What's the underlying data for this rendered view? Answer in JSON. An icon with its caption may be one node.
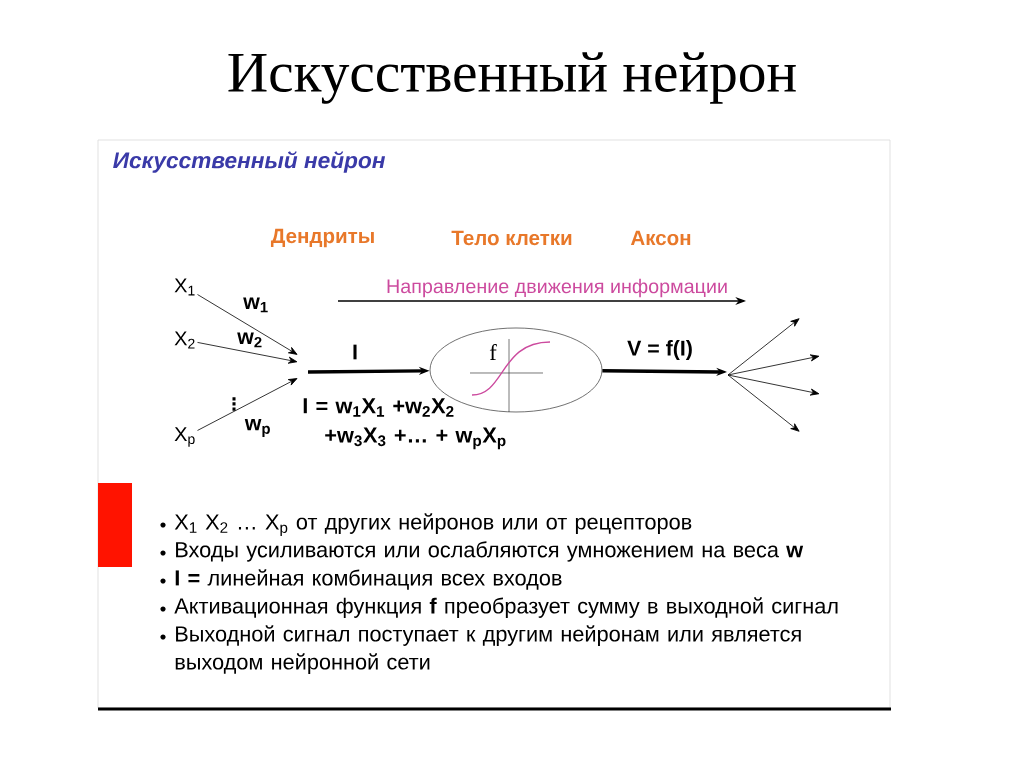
{
  "diagram": {
    "title": "Искусственный нейрон",
    "nodes": [
      {
        "text": [
          "X$_{1}$"
        ]
      },
      {
        "text": [
          "X$_{2}$"
        ]
      },
      {
        "text": [
          "X$_{p}$"
        ]
      },
      {
        "text": [
          "f"
        ]
      }
    ],
    "edges": [
      {
        "from": 0,
        "to": null,
        "arrow": "to",
        "label": "w$_{1}$"
      },
      {
        "from": 1,
        "to": null,
        "arrow": "to",
        "label": "w$_{2}$"
      },
      {
        "from": 2,
        "to": null,
        "arrow": "to",
        "label": "w$_{p}$"
      },
      {
        "from": null,
        "to": 3,
        "arrow": "to",
        "label": "I",
        "style": "thick"
      },
      {
        "from": 3,
        "to": null,
        "arrow": "to",
        "label": "V = f(I)",
        "style": "thick"
      }
    ],
    "labels": [
      "Искусственный нейрон",
      "Дендриты",
      "Тело клетки",
      "Аксон",
      "Направление движения информации",
      "⋮",
      "I =  w$_{1}$X$_{1}$ +w$_{2}$X$_{2}$ +w$_{3}$X$_{3}$ +… + w$_{p}$X$_{p}$",
      "X$_{1}$ X$_{2}$ … X$_{p}$ от других нейронов или от рецепторов",
      "Входы усиливаются или ослабляются умножением на веса **w**",
      "**I =** линейная комбинация всех входов",
      "Активационная функция **f** преобразует сумму в выходной сигнал",
      "Выходной сигнал поступает к другим нейронам или является выходом нейронной сети"
    ]
  }
}
